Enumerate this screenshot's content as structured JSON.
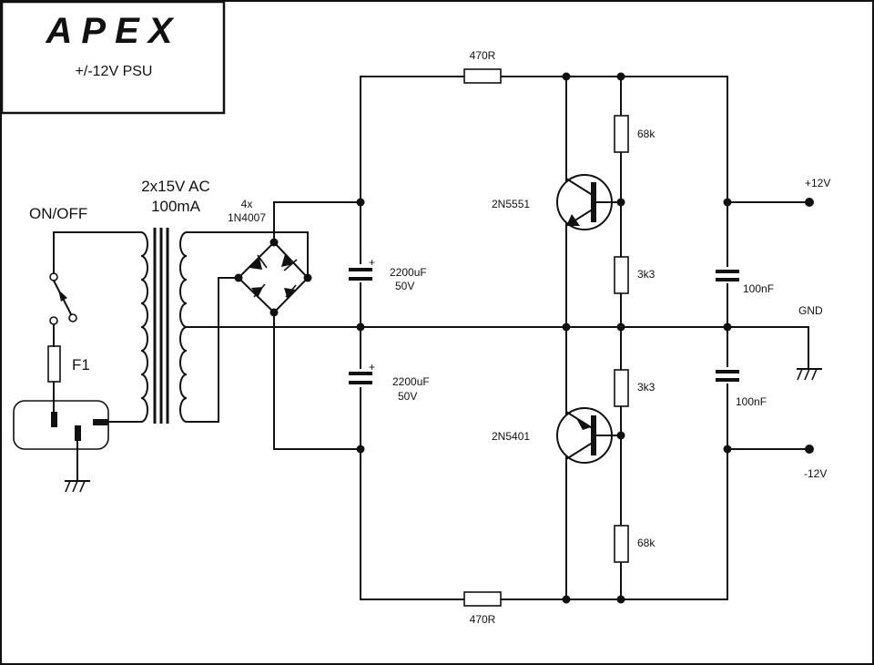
{
  "header": {
    "logo_text": "APEX",
    "title": "+/-12V PSU"
  },
  "labels": {
    "switch": "ON/OFF",
    "transformer": "2x15V AC",
    "transformer_current": "100mA",
    "diodes_count": "4x",
    "diodes_part": "1N4007",
    "fuse": "F1",
    "resistor_top": "470R",
    "resistor_bottom": "470R",
    "cap_top_value": "2200uF",
    "cap_top_voltage": "50V",
    "cap_bottom_value": "2200uF",
    "cap_bottom_voltage": "50V",
    "cap_plus_top": "+",
    "cap_plus_bottom": "+",
    "transistor_npn": "2N5551",
    "transistor_pnp": "2N5401",
    "res_68k_top": "68k",
    "res_3k3_top": "3k3",
    "res_3k3_bottom": "3k3",
    "res_68k_bottom": "68k",
    "cap_100nf_top": "100nF",
    "cap_100nf_bottom": "100nF",
    "out_pos": "+12V",
    "out_gnd": "GND",
    "out_neg": "-12V"
  },
  "colors": {
    "ink": "#111111",
    "background": "#ffffff"
  }
}
